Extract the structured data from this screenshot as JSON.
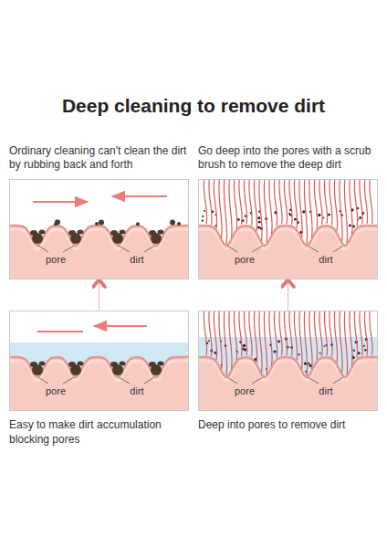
{
  "diagram": {
    "title": "Deep cleaning to remove dirt",
    "nodes": [
      {
        "text": [
          "Ordinary cleaning can't clean the dirt by rubbing back and forth",
          "pore",
          "dirt"
        ]
      },
      {
        "text": [
          "Go deep into the pores with a scrub brush to remove the deep dirt",
          "pore",
          "dirt"
        ]
      },
      {
        "text": [
          "pore",
          "dirt",
          "Easy to make dirt accumulation blocking pores"
        ]
      },
      {
        "text": [
          "pore",
          "dirt",
          "Deep into pores to remove dirt"
        ]
      }
    ],
    "edges": [
      {
        "from": 2,
        "to": 0,
        "arrow": "to"
      },
      {
        "from": 3,
        "to": 1,
        "arrow": "to"
      }
    ]
  }
}
